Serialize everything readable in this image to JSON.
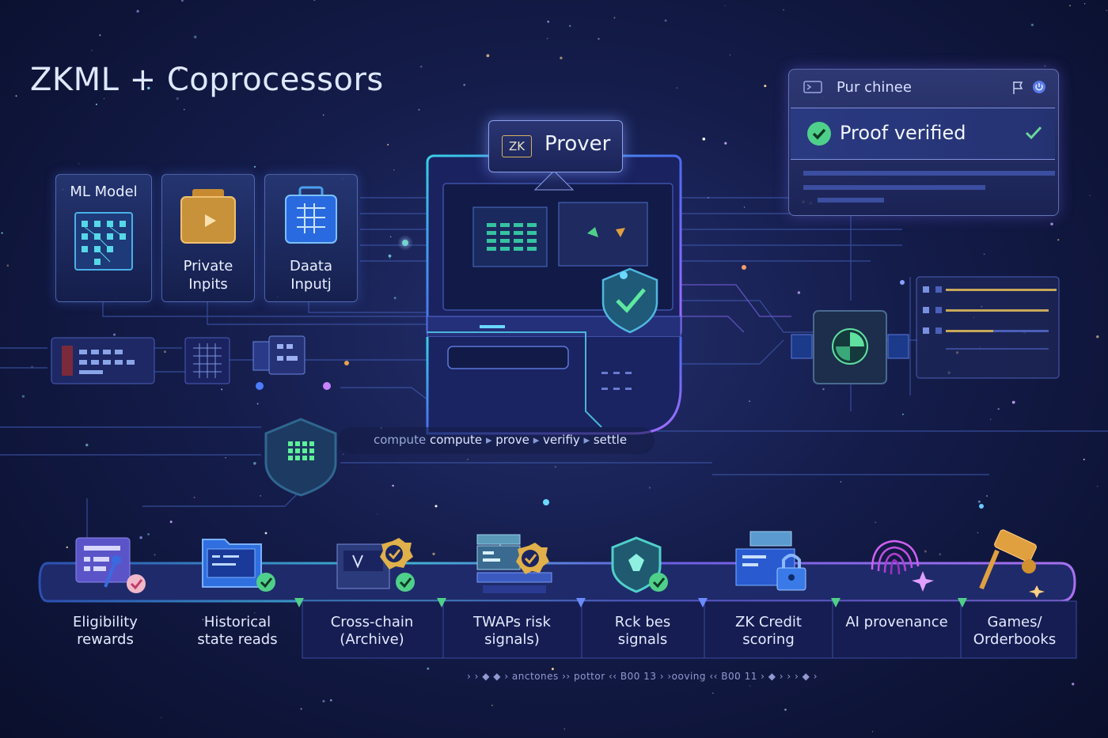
{
  "title": "ZKML + Coprocessors",
  "inputs": [
    {
      "label_lines": [
        "ML  Model"
      ]
    },
    {
      "label_lines": [
        "Private",
        "Inpits"
      ]
    },
    {
      "label_lines": [
        "Daata",
        "Inputj"
      ]
    }
  ],
  "prover": {
    "badge": "ZK",
    "label": "Prover"
  },
  "verify_panel": {
    "header": "Pur chinee",
    "status": "Proof verified"
  },
  "flow": {
    "steps": [
      {
        "text": "compute",
        "dim": true
      },
      {
        "text": "compute",
        "dim": false
      },
      {
        "text": "prove",
        "dim": false
      },
      {
        "text": "verifiy",
        "dim": false
      },
      {
        "text": "settle",
        "dim": false
      }
    ]
  },
  "use_cases": [
    {
      "lines": [
        "Eligibility",
        "rewards"
      ],
      "icon": "list-icon"
    },
    {
      "lines": [
        "Historical",
        "state reads"
      ],
      "icon": "folder-icon"
    },
    {
      "lines": [
        "Cross-chain",
        "(Archive)"
      ],
      "icon": "archive-icon"
    },
    {
      "lines": [
        "TWAPs risk",
        "signals)"
      ],
      "icon": "server-icon"
    },
    {
      "lines": [
        "Rck bes",
        "signals"
      ],
      "icon": "shield-icon"
    },
    {
      "lines": [
        "ZK Credit",
        "scoring"
      ],
      "icon": "lock-icon"
    },
    {
      "lines": [
        "AI provenance"
      ],
      "icon": "fingerprint-icon"
    },
    {
      "lines": [
        "Games/",
        "Orderbooks"
      ],
      "icon": "hammer-icon"
    }
  ],
  "ticker": "› › ◆ ◆ › anctones  ›› pottor ‹‹  B00 13  › ›ooving  ‹‹  B00 11 ›  ◆ › › › ◆ ›",
  "colors": {
    "accent_green": "#4fd08a",
    "accent_gold": "#e0b04a",
    "accent_purple": "#a06bff",
    "panel_blue": "#2a3a82"
  }
}
